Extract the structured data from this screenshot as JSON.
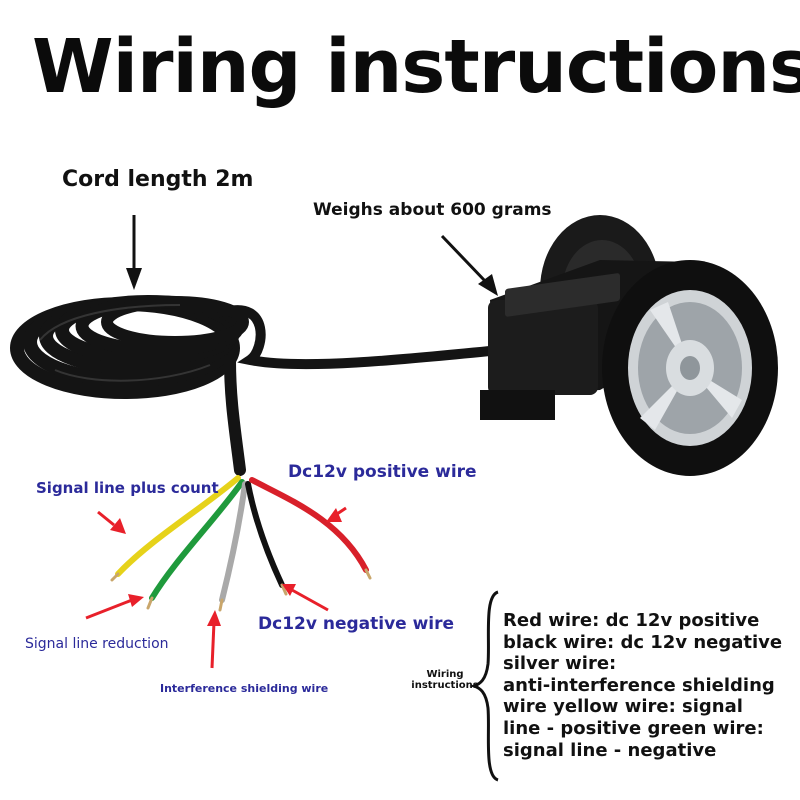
{
  "title": "Wiring instructions",
  "callouts": {
    "cord_length": "Cord length 2m",
    "weight": "Weighs about 600 grams",
    "signal_plus": "Signal line plus count",
    "dc_positive": "Dc12v positive wire",
    "dc_negative": "Dc12v negative wire",
    "signal_reduction": "Signal line reduction",
    "shielding": "Interference shielding wire"
  },
  "wiring_box": {
    "label_line1": "Wiring",
    "label_line2": "instructions",
    "lines": [
      "Red wire: dc 12v positive",
      "black wire: dc 12v negative",
      "silver wire:",
      "anti-interference shielding",
      "wire yellow wire: signal",
      "line - positive green wire:",
      "signal line - negative"
    ]
  },
  "colors": {
    "arrow_red": "#e8202a",
    "label_blue": "#2b2a9a",
    "wire_red": "#d8202a",
    "wire_yellow": "#e6d21a",
    "wire_green": "#1f9a3c",
    "wire_black": "#111111",
    "wire_silver": "#a9a9a9"
  }
}
